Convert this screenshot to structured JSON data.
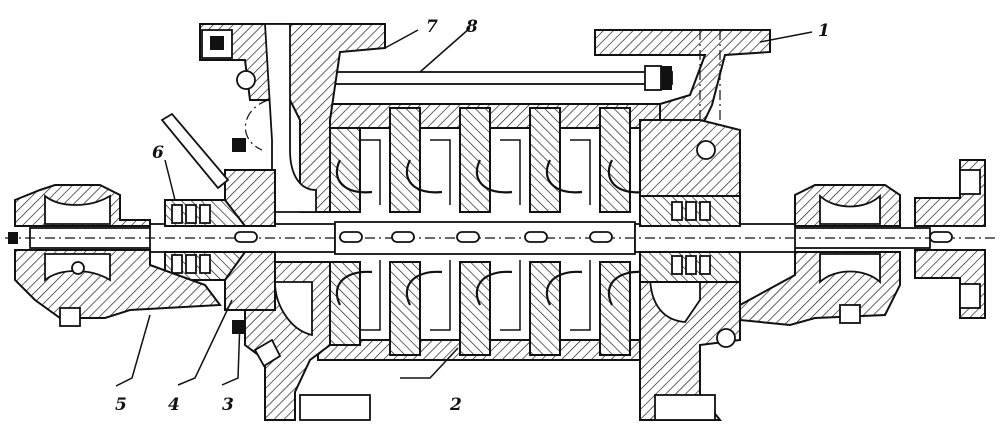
{
  "callouts": {
    "c1": "1",
    "c2": "2",
    "c3": "3",
    "c4": "4",
    "c5": "5",
    "c6": "6",
    "c7": "7",
    "c8": "8"
  }
}
